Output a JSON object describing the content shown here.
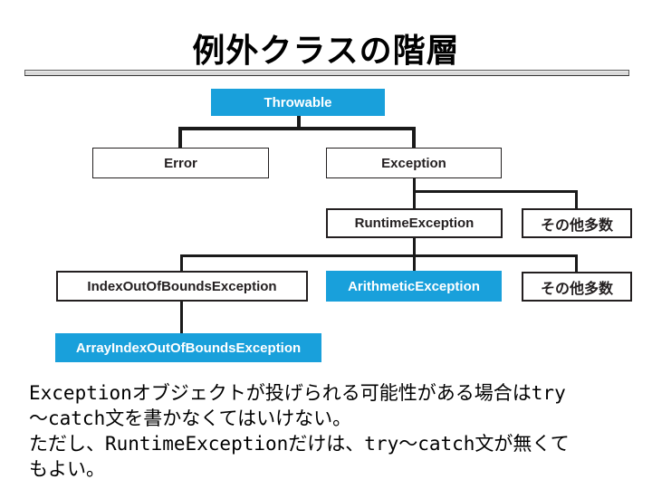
{
  "slide": {
    "title": "例外クラスの階層",
    "accent_color": "#19A0DB",
    "connector_color": "#1A1A1A"
  },
  "diagram": {
    "nodes": {
      "throwable": {
        "label": "Throwable",
        "highlighted": true
      },
      "error": {
        "label": "Error",
        "highlighted": false
      },
      "exception": {
        "label": "Exception",
        "highlighted": false
      },
      "runtime_exception": {
        "label": "RuntimeException",
        "highlighted": false
      },
      "others_top": {
        "label": "その他多数",
        "highlighted": false
      },
      "index_out_of_bounds": {
        "label": "IndexOutOfBoundsException",
        "highlighted": false
      },
      "arithmetic_exception": {
        "label": "ArithmeticException",
        "highlighted": true
      },
      "others_bottom": {
        "label": "その他多数",
        "highlighted": false
      },
      "array_index_out_of_bounds": {
        "label": "ArrayIndexOutOfBoundsException",
        "highlighted": true
      }
    }
  },
  "body_text": {
    "lines": [
      "Exceptionオブジェクトが投げられる可能性がある場合はtry",
      "～catch文を書かなくてはいけない。",
      "ただし、RuntimeExceptionだけは、try～catch文が無くて",
      "もよい。"
    ]
  }
}
